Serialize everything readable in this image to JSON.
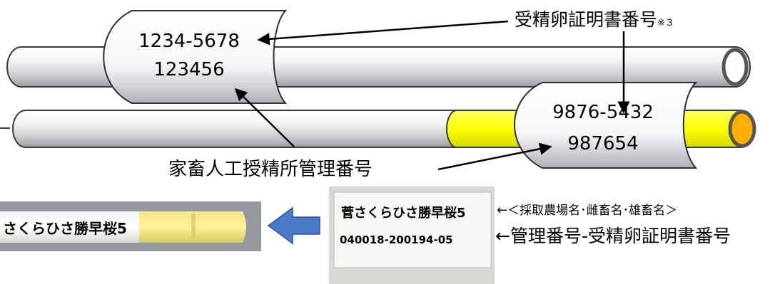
{
  "labels": {
    "certificate_number": "受精卵証明書番号",
    "certificate_note": "※３",
    "management_number": "家畜人工授精所管理番号",
    "farm_info": "＜採取農場名･雌畜名･雄畜名＞",
    "mgmt_cert_number": "←管理番号-受精卵証明書番号",
    "farm_info_arrow": "←"
  },
  "straw1": {
    "line1": "1234-5678",
    "line2": "123456"
  },
  "straw2": {
    "line1": "9876-5432",
    "line2": "987654"
  },
  "photo_straw": {
    "text": "さくらひさ勝早桜5"
  },
  "photo_label": {
    "line1": "菅さくらひさ勝早桜5",
    "line2": "040018-200194-05"
  },
  "colors": {
    "straw_white": "#ffffff",
    "straw_yellow": "#ffff00",
    "plug_orange": "#ffb000",
    "arrow_blue": "#4a7bc8"
  }
}
